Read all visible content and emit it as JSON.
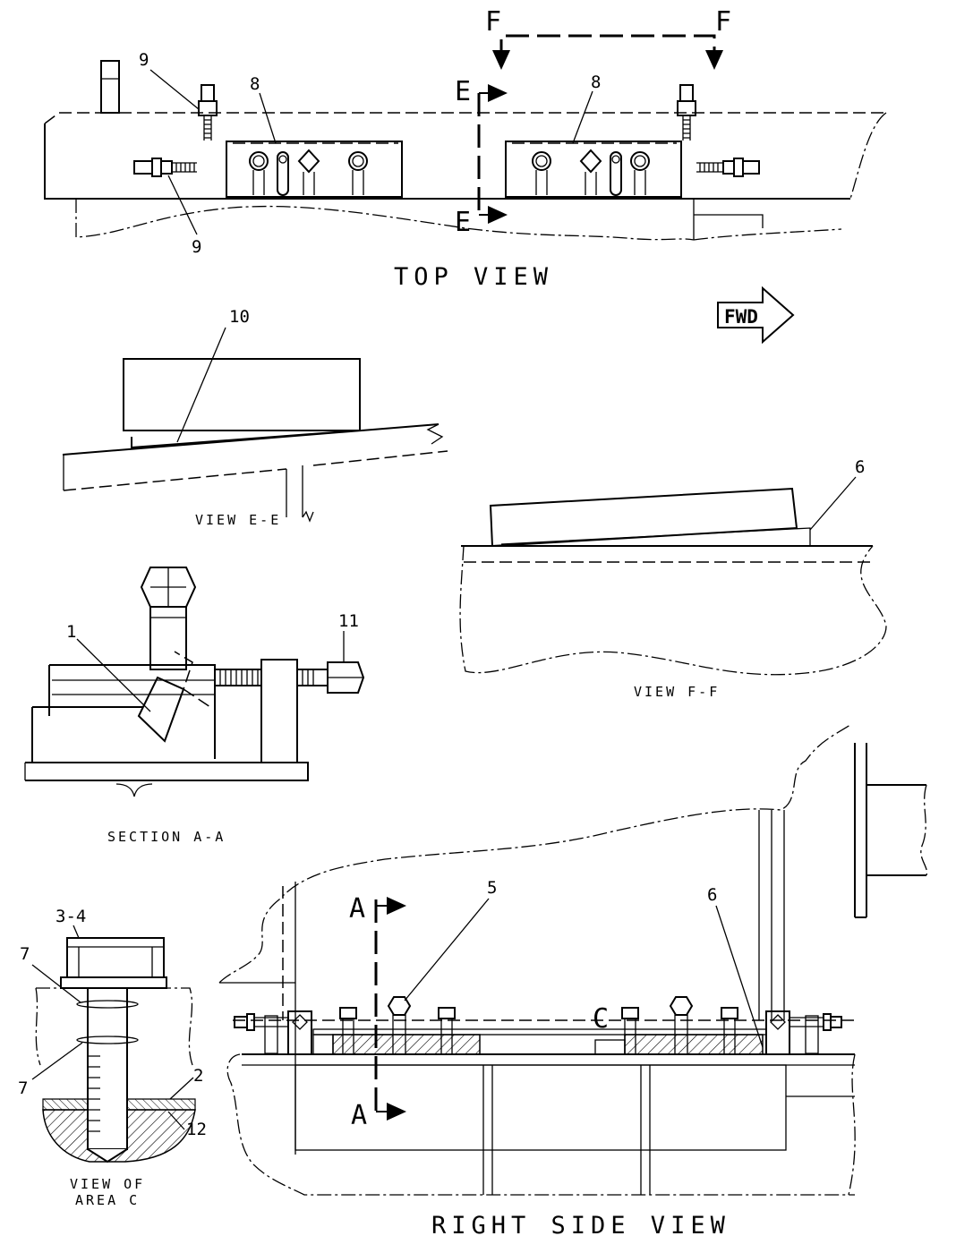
{
  "labels": {
    "top_view": "TOP VIEW",
    "right_side_view": "RIGHT SIDE VIEW",
    "view_ee": "VIEW E-E",
    "view_ff": "VIEW F-F",
    "section_aa": "SECTION A-A",
    "view_area_c_line1": "VIEW OF",
    "view_area_c_line2": "AREA C",
    "fwd": "FWD"
  },
  "section_markers": {
    "f": "F",
    "e": "E",
    "a": "A",
    "c": "C"
  },
  "callouts": {
    "n1": "1",
    "n2": "2",
    "n3_4": "3-4",
    "n5": "5",
    "n6": "6",
    "n7": "7",
    "n8": "8",
    "n9": "9",
    "n10": "10",
    "n11": "11",
    "n12": "12"
  }
}
